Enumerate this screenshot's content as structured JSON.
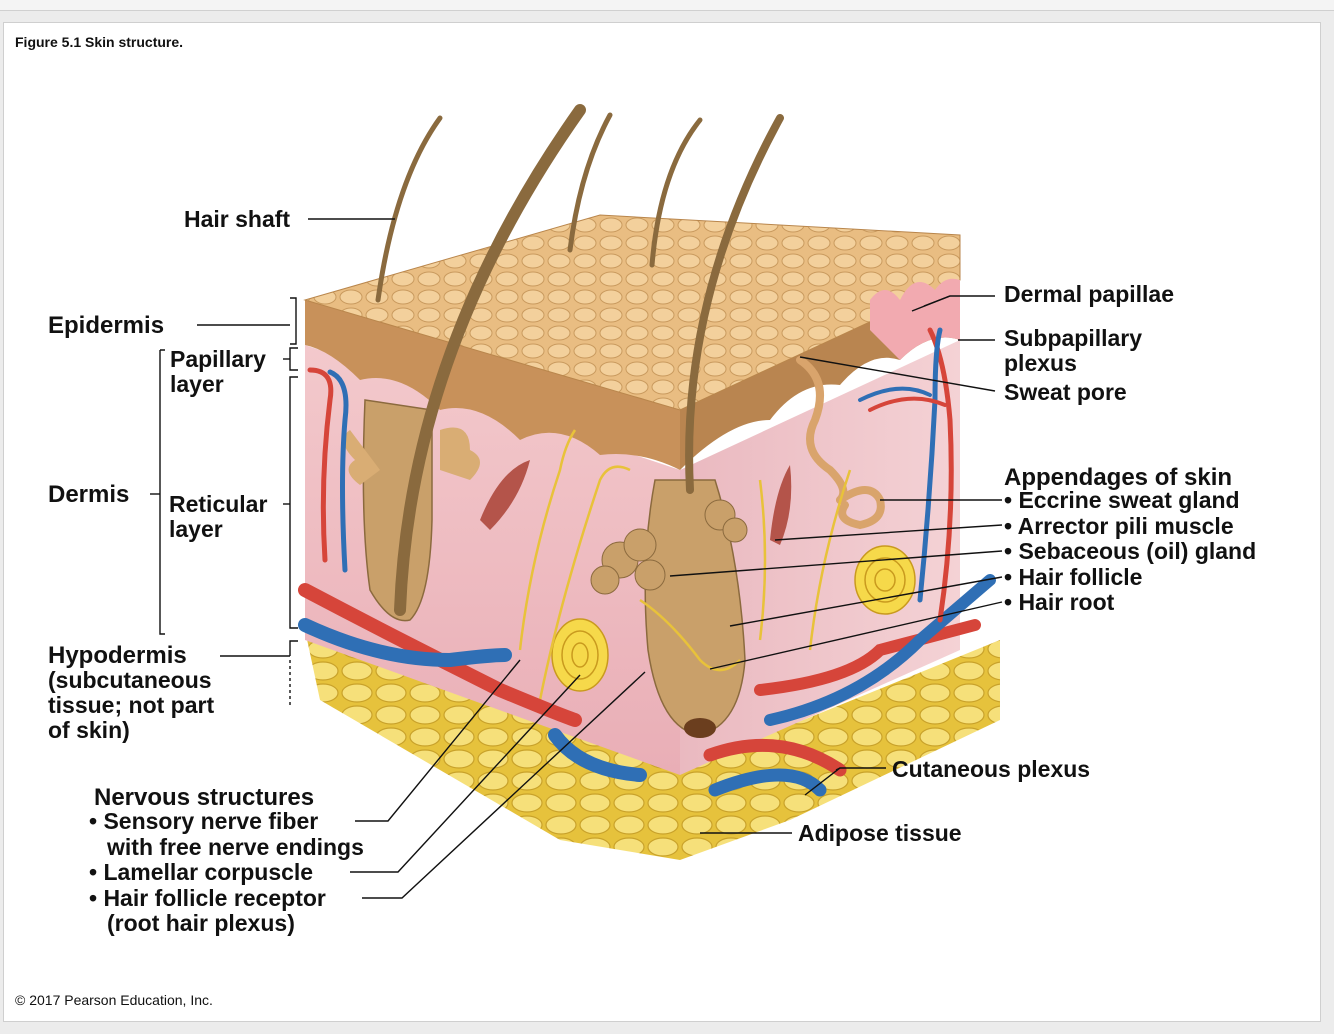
{
  "figure": {
    "caption": "Figure 5.1 Skin structure.",
    "copyright": "© 2017 Pearson Education, Inc."
  },
  "labels": {
    "hair_shaft": "Hair shaft",
    "epidermis": "Epidermis",
    "papillary_layer": [
      "Papillary",
      "layer"
    ],
    "dermis": "Dermis",
    "reticular_layer": [
      "Reticular",
      "layer"
    ],
    "hypodermis": [
      "Hypodermis",
      "(subcutaneous",
      "tissue; not part",
      "of skin)"
    ],
    "dermal_papillae": "Dermal papillae",
    "subpapillary_plexus": [
      "Subpapillary",
      "plexus"
    ],
    "sweat_pore": "Sweat pore",
    "appendages_heading": "Appendages of skin",
    "appendages": [
      "• Eccrine sweat gland",
      "• Arrector pili muscle",
      "• Sebaceous (oil) gland",
      "• Hair follicle",
      "• Hair root"
    ],
    "cutaneous_plexus": "Cutaneous plexus",
    "adipose_tissue": "Adipose tissue",
    "nervous_heading": "Nervous structures",
    "nervous_items": [
      "• Sensory nerve fiber",
      "with free nerve endings",
      "• Lamellar corpuscle",
      "• Hair follicle receptor",
      "(root hair plexus)"
    ]
  },
  "colors": {
    "epidermis": "#c9955a",
    "epidermis_surface": "#e7b87a",
    "dermis": "#f0c4c8",
    "hair": "#8a6a3e",
    "artery": "#d6453a",
    "vein": "#2f6fb5",
    "nerve": "#e8c23a",
    "adipose": "#f2d65a"
  }
}
